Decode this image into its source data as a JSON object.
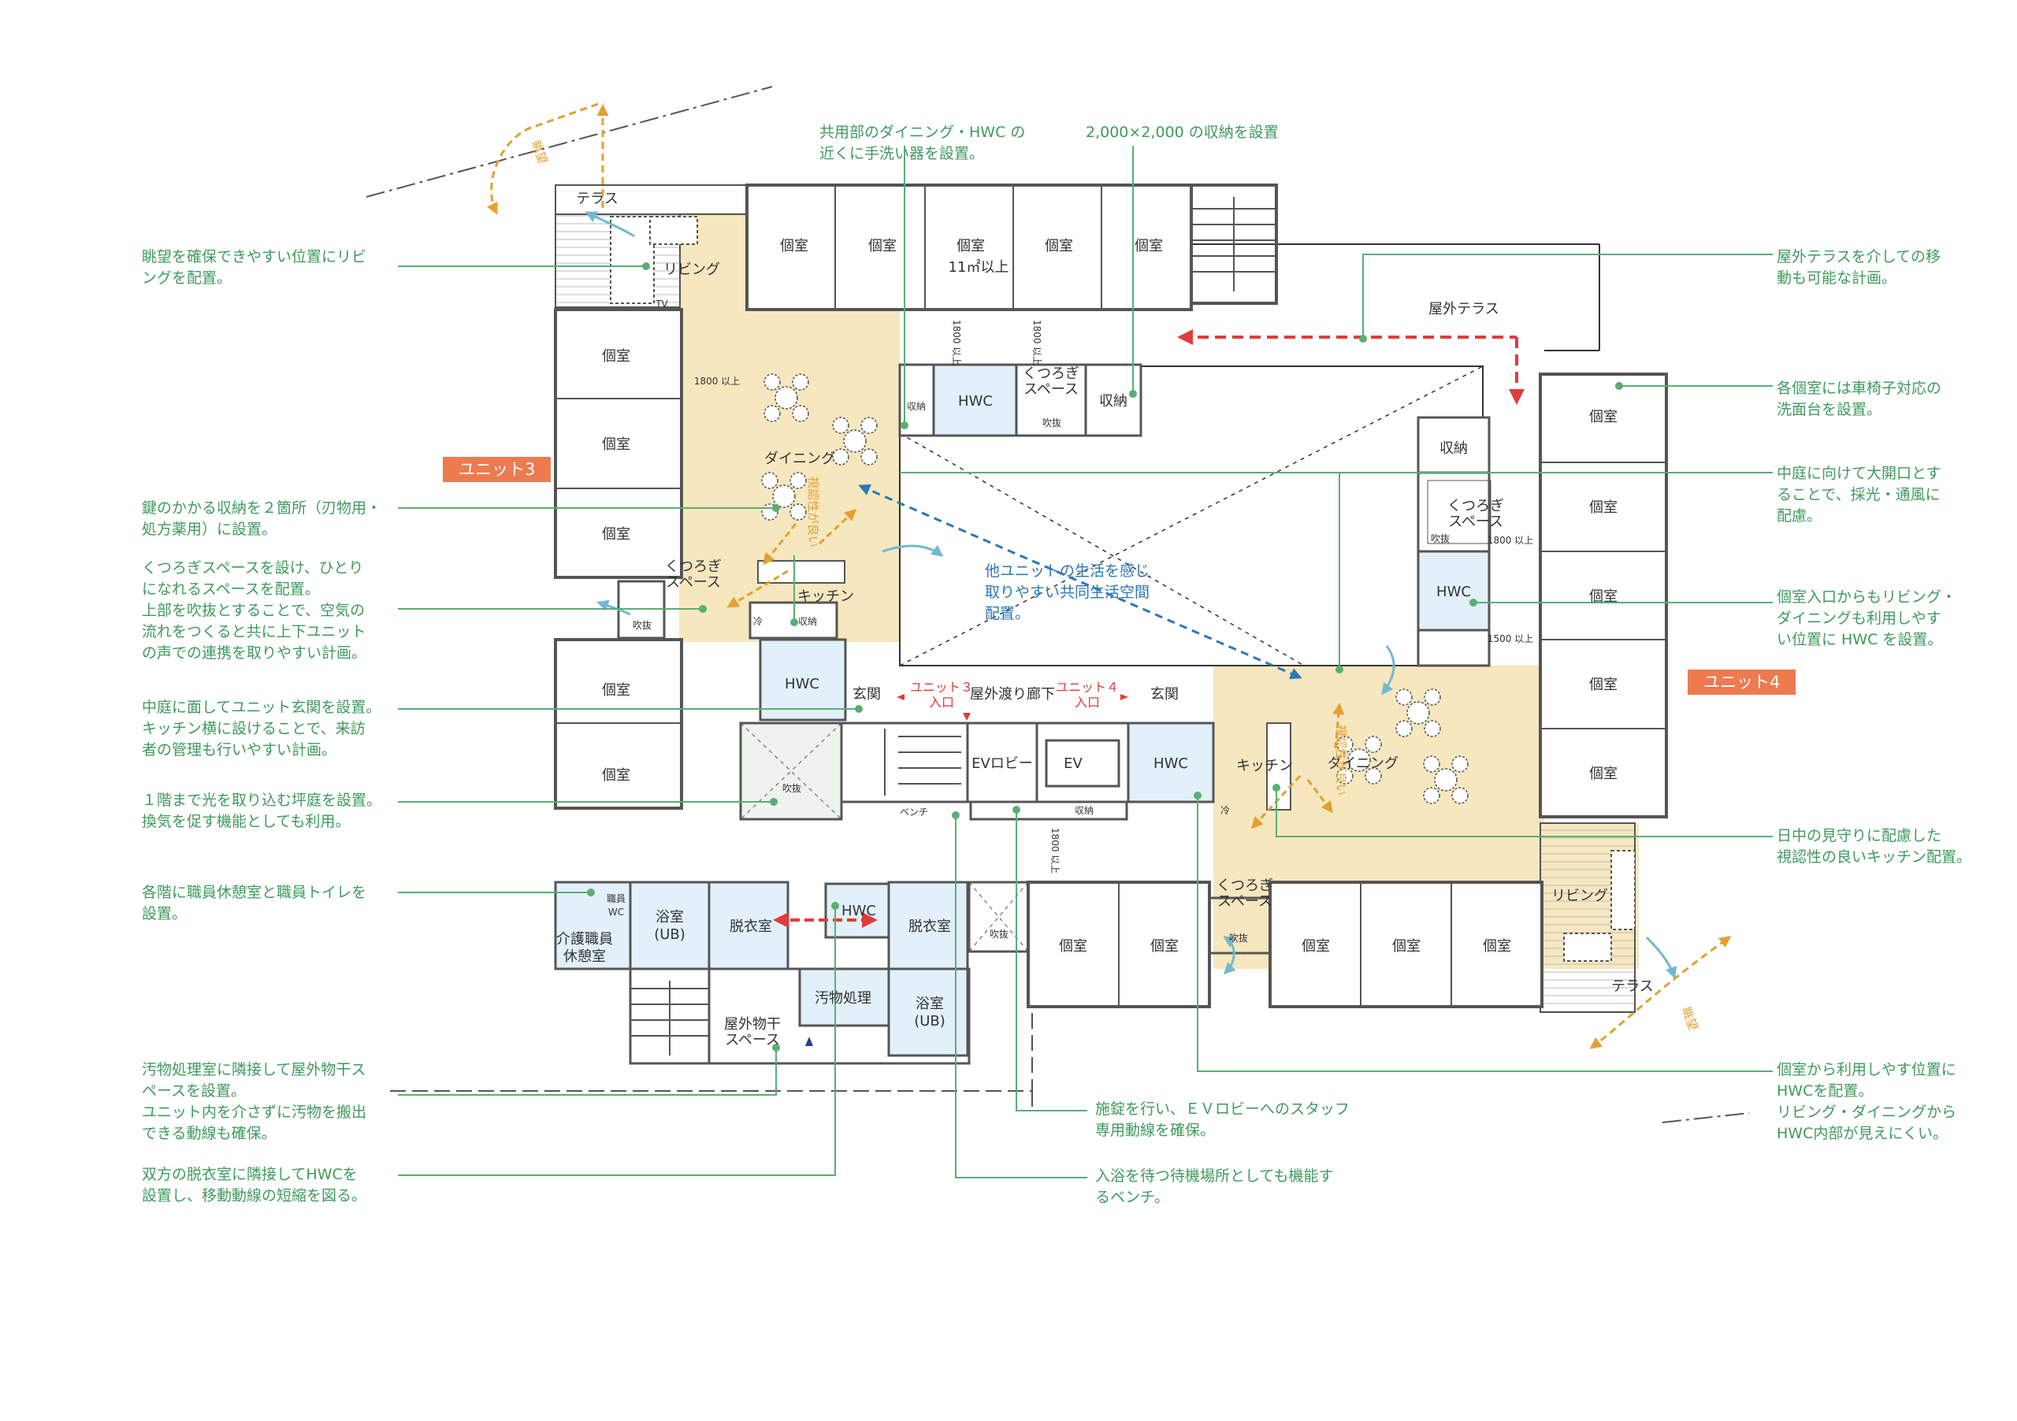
{
  "colors": {
    "wall": "#555555",
    "unit_floor": "#f6e7bf",
    "hwc_fill": "#e2f0f9",
    "annotation_line": "#5aae73",
    "annotation_text": "#3f9a5d",
    "badge": "#ee7a50",
    "red_arrow": "#e23b3b",
    "blue_arrow": "#2b77b8",
    "orange_arrow": "#e3a030",
    "green_arrow": "#72b9d0"
  },
  "units": {
    "unit3": "ユニット3",
    "unit4": "ユニット4"
  },
  "rooms": {
    "terrace": "テラス",
    "living": "リビング",
    "private": "個室",
    "private_area": "11㎡以上",
    "hwc": "HWC",
    "kutsurogi1": "くつろぎ",
    "kutsurogi2": "スペース",
    "storage": "収納",
    "dining": "ダイニング",
    "kitchen": "キッチン",
    "entrance": "玄関",
    "corridor": "屋外渡り廊下",
    "ev_lobby": "EVロビー",
    "ev": "EV",
    "outdoor_terrace": "屋外テラス",
    "fridge": "冷",
    "fukinuke": "吹抜",
    "bench": "ベンチ",
    "visibility": "視認性が良い",
    "clear_1800": "1800 以上",
    "clear_1500": "1500 以上",
    "tv": "TV",
    "staff_wc1": "職員",
    "staff_wc2": "WC",
    "staff_rest1": "介護職員",
    "staff_rest2": "休憩室",
    "bath": "浴室",
    "ub": "(UB)",
    "dressing": "脱衣室",
    "soil": "汚物処理",
    "drying1": "屋外物干",
    "drying2": "スペース",
    "entry1": "ユニット３",
    "entry2": "入口",
    "entry3": "ユニット４",
    "view": "眺望"
  },
  "center_note": "他ユニットの生活を感じ\n取りやすい共同生活空間\n配置。",
  "notes": {
    "handwash": "共用部のダイニング・HWC の\n近くに手洗い器を設置。",
    "storage2000": "2,000×2,000 の収納を設置",
    "view_living": "眺望を確保できやすい位置にリビ\nングを配置。",
    "terrace_move": "屋外テラスを介しての移\n動も可能な計画。",
    "washstand": "各個室には車椅子対応の\n洗面台を設置。",
    "locked_storage": "鍵のかかる収納を２箇所（刃物用・\n処方薬用）に設置。",
    "courtyard_open": "中庭に向けて大開口とす\nることで、採光・通風に\n配慮。",
    "kutsurogi_note": "くつろぎスペースを設け、ひとり\nになれるスペースを配置。\n上部を吹抜とすることで、空気の\n流れをつくると共に上下ユニット\nの声での連携を取りやすい計画。",
    "hwc_from_room": "個室入口からもリビング・\nダイニングも利用しやす\nい位置に HWC を設置。",
    "entrance_note": "中庭に面してユニット玄関を設置。\nキッチン横に設けることで、来訪\n者の管理も行いやすい計画。",
    "lightwell": "１階まで光を取り込む坪庭を設置。\n換気を促す機能としても利用。",
    "kitchen_watch": "日中の見守りに配慮した\n視認性の良いキッチン配置。",
    "staff_rooms": "各階に職員休憩室と職員トイレを\n設置。",
    "soil_room": "汚物処理室に隣接して屋外物干ス\nペースを設置。\nユニット内を介さずに汚物を搬出\nできる動線も確保。",
    "staff_route": "施錠を行い、ＥＶロビーへのスタッフ\n専用動線を確保。",
    "hwc_private": "個室から利用しやす位置に\nHWCを配置。\nリビング・ダイニングから\nHWC内部が見えにくい。",
    "dressing_hwc": "双方の脱衣室に隣接してHWCを\n設置し、移動動線の短縮を図る。",
    "bench_note": "入浴を待つ待機場所としても機能す\nるベンチ。"
  }
}
